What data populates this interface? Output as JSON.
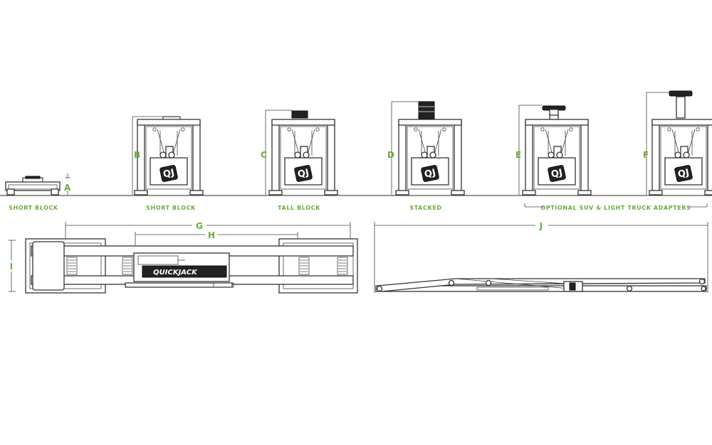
{
  "dimension_labels": {
    "a": "A",
    "b": "B",
    "c": "C",
    "d": "D",
    "e": "E",
    "f": "F",
    "g": "G",
    "h": "H",
    "i": "I",
    "j": "J"
  },
  "captions": {
    "short_block_left": "SHORT BLOCK",
    "short_block": "SHORT BLOCK",
    "tall_block": "TALL BLOCK",
    "stacked": "STACKED",
    "optional_adapters": "OPTIONAL SUV & LIGHT TRUCK ADAPTERS"
  },
  "brand": {
    "logo_text": "QJ",
    "wordmark": "QUICKJACK"
  },
  "colors": {
    "label_green": "#6cab3c",
    "line_dark": "#333333"
  }
}
